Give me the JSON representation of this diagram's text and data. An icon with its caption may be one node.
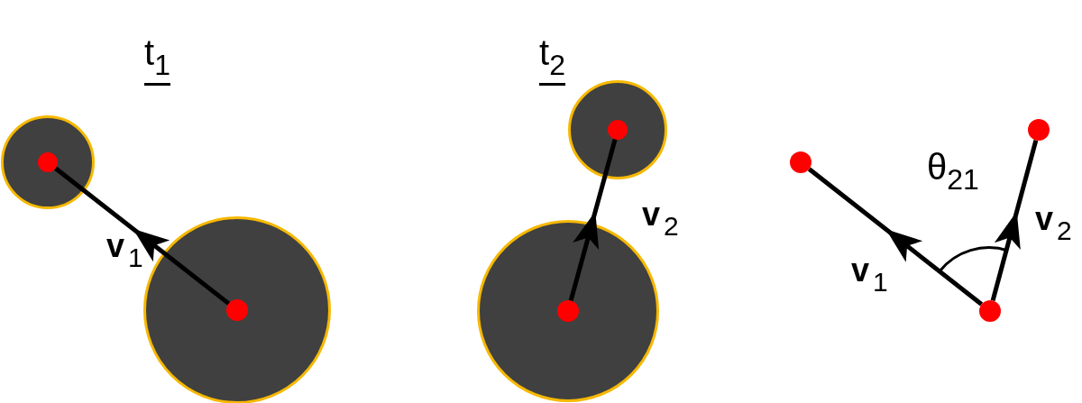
{
  "diagram": {
    "nodes": [
      {
        "text": [],
        "shape": "circle"
      },
      {
        "text": [],
        "shape": "circle",
        "in": 0
      },
      {
        "text": [],
        "shape": "circle"
      },
      {
        "text": [],
        "shape": "circle",
        "in": 2
      },
      {
        "text": [],
        "shape": "circle"
      },
      {
        "text": [],
        "shape": "circle",
        "in": 4
      },
      {
        "text": [],
        "shape": "circle"
      },
      {
        "text": [],
        "shape": "circle",
        "in": 6
      },
      {
        "text": [],
        "shape": "circle"
      },
      {
        "text": [],
        "shape": "circle"
      },
      {
        "text": [],
        "shape": "circle"
      }
    ],
    "edges": [
      {
        "from": 3,
        "to": 1,
        "arrow": "to",
        "label": "**v**$_{1}$"
      },
      {
        "from": 7,
        "to": 5,
        "arrow": "to",
        "label": "**v**$_{2}$"
      },
      {
        "from": 10,
        "to": 8,
        "arrow": "to",
        "label": "**v**$_{1}$"
      },
      {
        "from": 10,
        "to": 9,
        "arrow": "to",
        "label": "**v**$_{2}$"
      }
    ],
    "labels": [
      "t$_{1}$",
      "t$_{2}$",
      "θ$_{21}$"
    ]
  }
}
